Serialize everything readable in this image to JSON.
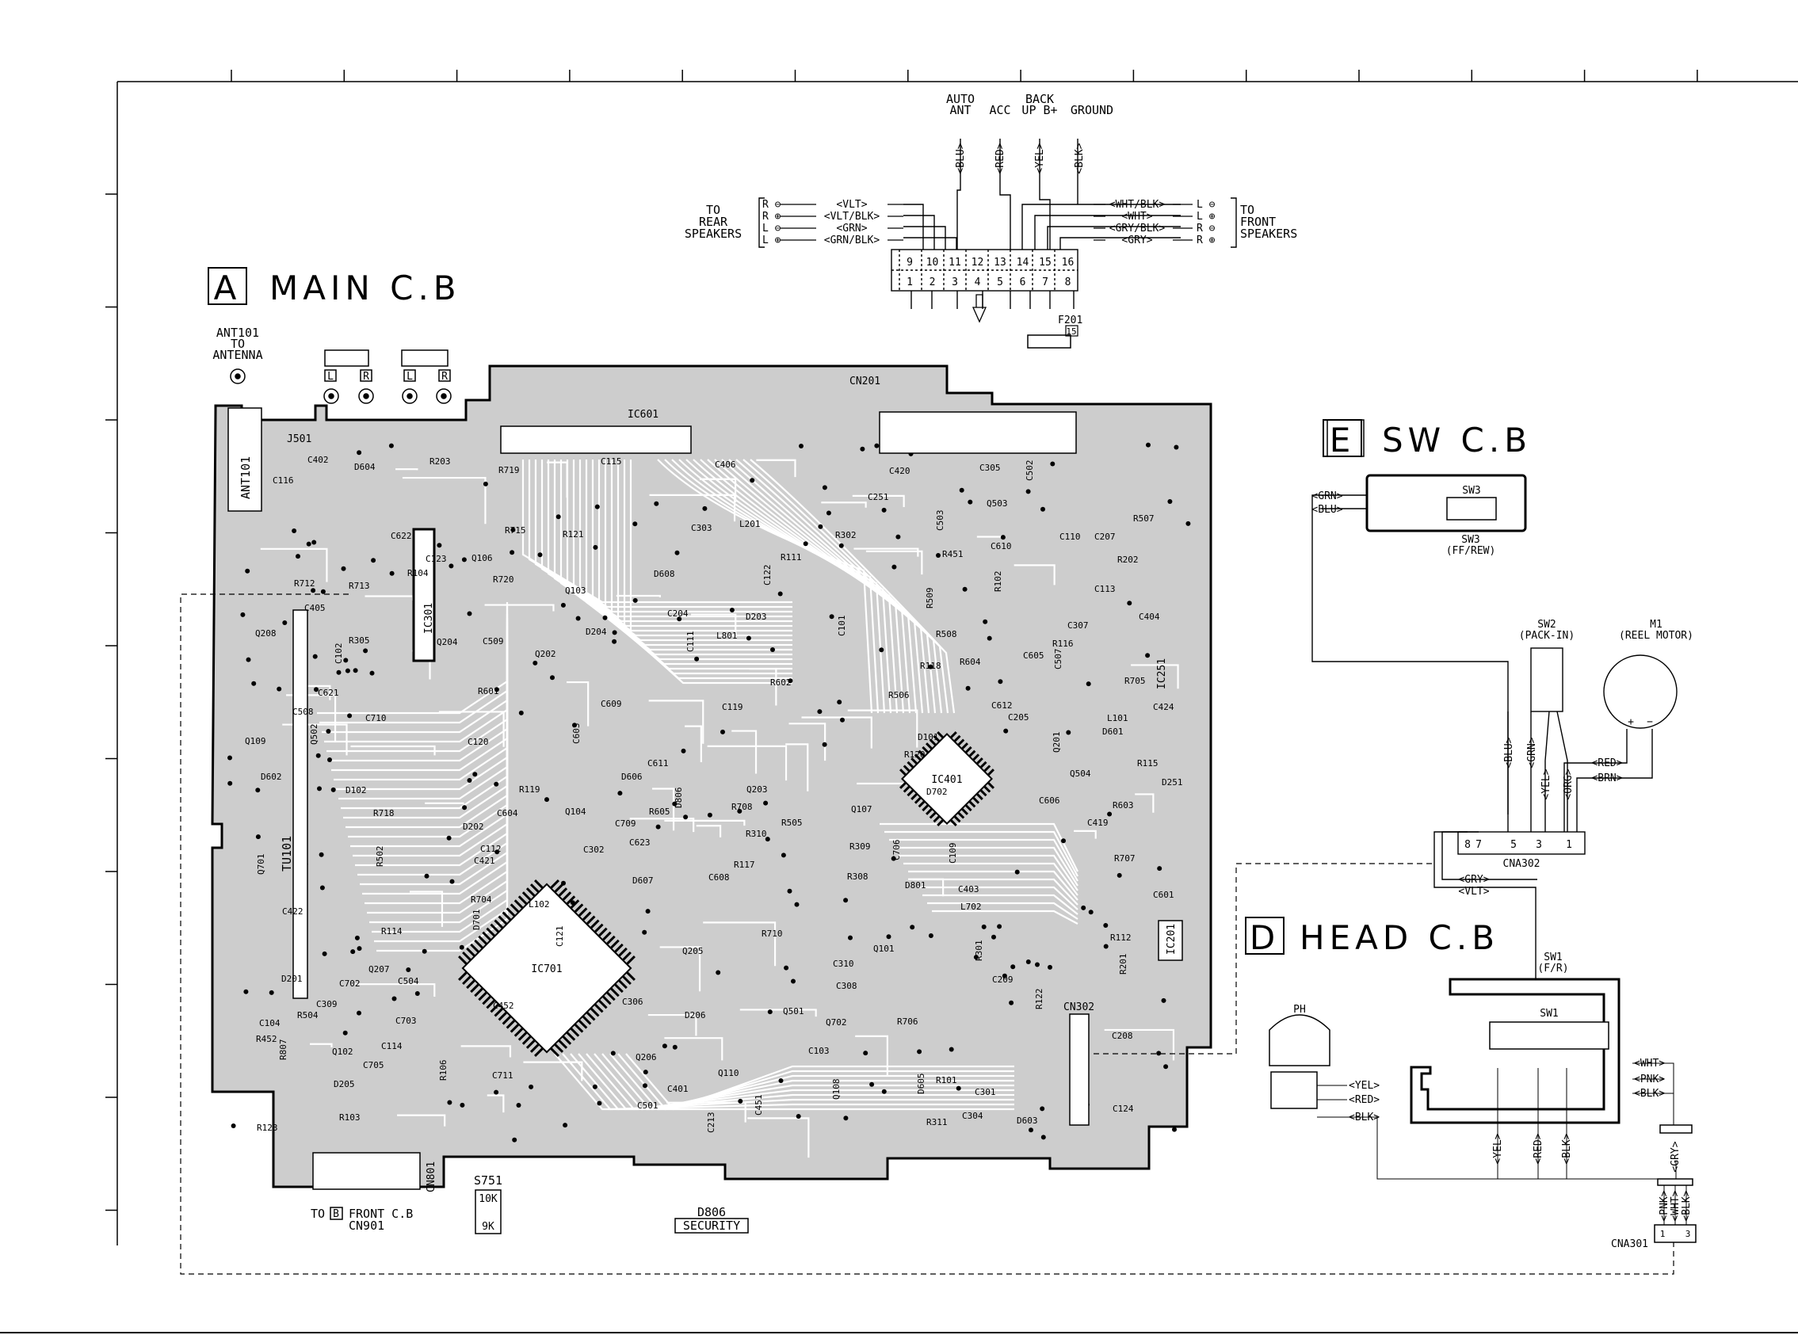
{
  "boards": {
    "main": {
      "letter": "A",
      "title": "MAIN C.B"
    },
    "sw": {
      "letter": "E",
      "title": "SW C.B"
    },
    "head": {
      "letter": "D",
      "title": "HEAD C.B"
    }
  },
  "connector_labels": {
    "top_row": [
      "AUTO",
      "ANT",
      "ACC",
      "BACK",
      "UP B+",
      "GROUND"
    ],
    "top_wires": [
      "<BLU>",
      "<RED>",
      "<YEL>",
      "<BLK>"
    ],
    "rear_label": [
      "TO",
      "REAR",
      "SPEAKERS"
    ],
    "front_label": [
      "TO",
      "FRONT",
      "SPEAKERS"
    ],
    "rear_wires": [
      "<VLT>",
      "<VLT/BLK>",
      "<GRN>",
      "<GRN/BLK>"
    ],
    "front_wires": [
      "<WHT/BLK>",
      "<WHT>",
      "<GRY/BLK>",
      "<GRY>"
    ],
    "rear_pins": [
      "R ⊖",
      "R ⊕",
      "L ⊖",
      "L ⊕"
    ],
    "front_pins": [
      "L ⊖",
      "L ⊕",
      "R ⊖",
      "R ⊕"
    ],
    "pin_top": [
      "9",
      "10",
      "11",
      "12",
      "13",
      "14",
      "15",
      "16"
    ],
    "pin_bottom": [
      "1",
      "2",
      "3",
      "4",
      "5",
      "6",
      "7",
      "8"
    ]
  },
  "main_board": {
    "antenna": [
      "ANT101",
      "TO",
      "ANTENNA"
    ],
    "ant_part": "ANT101",
    "jack": "J501",
    "lr": [
      "L",
      "R",
      "L",
      "R"
    ],
    "ics": [
      "IC601",
      "IC301",
      "IC701",
      "IC401",
      "IC251",
      "IC201",
      "TU101"
    ],
    "cn201": "CN201",
    "cn302": "CN302",
    "cn801": "CN801",
    "f201": "F201",
    "f201_tag": "15",
    "front_cb": [
      "TO",
      "B",
      "FRONT C.B",
      "CN901"
    ],
    "s751": [
      "S751",
      "10K",
      "9K"
    ],
    "security": [
      "D806",
      "SECURITY"
    ],
    "parts": [
      "C606",
      "C623",
      "C605",
      "L201",
      "D601",
      "D607",
      "D608",
      "D606",
      "D605",
      "D603",
      "D604",
      "D602",
      "R201",
      "Q202",
      "Q203",
      "D201",
      "D202",
      "D203",
      "D204",
      "Q204",
      "Q205",
      "D251",
      "C207",
      "C251",
      "Q101",
      "Q104",
      "Q102",
      "Q103",
      "Q110",
      "Q109",
      "Q106",
      "Q107",
      "Q108",
      "Q702",
      "Q701",
      "D701",
      "D702",
      "Q201",
      "D205",
      "C205",
      "C204",
      "Q206",
      "Q207",
      "Q208",
      "D206",
      "C208",
      "C209",
      "C213",
      "C401",
      "C402",
      "C403",
      "C404",
      "C405",
      "C406",
      "C420",
      "C422",
      "C424",
      "C419",
      "C421",
      "C501",
      "C502",
      "C503",
      "C504",
      "R506",
      "R508",
      "R507",
      "R509",
      "R505",
      "Q504",
      "Q502",
      "Q501",
      "Q503",
      "R502",
      "R504",
      "R202",
      "R203",
      "C452",
      "C451",
      "R452",
      "R451",
      "L801",
      "D801",
      "L702",
      "C702",
      "C710",
      "C711",
      "C709",
      "C705",
      "C703",
      "C706",
      "R720",
      "R719",
      "R718",
      "R715",
      "R713",
      "R712",
      "R708",
      "R707",
      "R706",
      "R704",
      "R705",
      "R710",
      "D806",
      "R807",
      "C301",
      "C302",
      "C303",
      "C304",
      "C305",
      "C306",
      "C307",
      "C308",
      "C309",
      "C310",
      "R301",
      "R302",
      "R305",
      "R308",
      "R309",
      "R310",
      "R311",
      "C101",
      "C102",
      "C103",
      "C104",
      "C109",
      "C112",
      "C113",
      "C114",
      "C115",
      "C116",
      "C119",
      "C120",
      "C121",
      "C122",
      "C123",
      "C124",
      "R101",
      "R102",
      "R103",
      "R104",
      "R106",
      "R111",
      "R112",
      "R118",
      "R119",
      "R120",
      "R121",
      "R122",
      "R123",
      "L101",
      "L102",
      "C507",
      "C508",
      "C509",
      "D101",
      "D102",
      "C608",
      "C610",
      "C611",
      "C612",
      "C609",
      "C621",
      "C622",
      "C601",
      "C603",
      "C604",
      "R601",
      "R602",
      "R603",
      "R604",
      "R605",
      "C111",
      "C110",
      "R115",
      "R114",
      "R116",
      "R117"
    ]
  },
  "sw_board": {
    "part": "SW3",
    "caption": [
      "SW3",
      "(FF/REW)"
    ],
    "wires": [
      "<GRN>",
      "<BLU>"
    ]
  },
  "mech": {
    "sw2": [
      "SW2",
      "(PACK-IN)"
    ],
    "m1": [
      "M1",
      "(REEL MOTOR)"
    ],
    "m1_pins": [
      "+",
      "−"
    ],
    "vert_wires": [
      "<BLU>",
      "<GRN>",
      "<YEL>",
      "<ORG>"
    ],
    "motor_wires": [
      "<RED>",
      "<BRN>"
    ],
    "cna302": "CNA302",
    "cna302_pins": [
      "8",
      "7",
      "5",
      "3",
      "1"
    ],
    "head_wires": [
      "<GRY>",
      "<VLT>"
    ]
  },
  "head_board": {
    "sw1": [
      "SW1",
      "(F/R)"
    ],
    "sw1_body": "SW1",
    "ph": "PH",
    "ph_wires": [
      "<YEL>",
      "<RED>",
      "<BLK>"
    ],
    "right_wires": [
      "<WHT>",
      "<PNK>",
      "<BLK>"
    ],
    "bottom_wires": [
      "<YEL>",
      "<RED>",
      "<BLK>"
    ],
    "gry": "<GRY>",
    "cna301_wires": [
      "<PNK>",
      "<WHT>",
      "<BLK>"
    ],
    "cna301": "CNA301",
    "cna301_pins": [
      "1",
      "3"
    ]
  },
  "colors": {
    "ink": "#000000",
    "board": "#cdcdcd",
    "paper": "#ffffff"
  }
}
